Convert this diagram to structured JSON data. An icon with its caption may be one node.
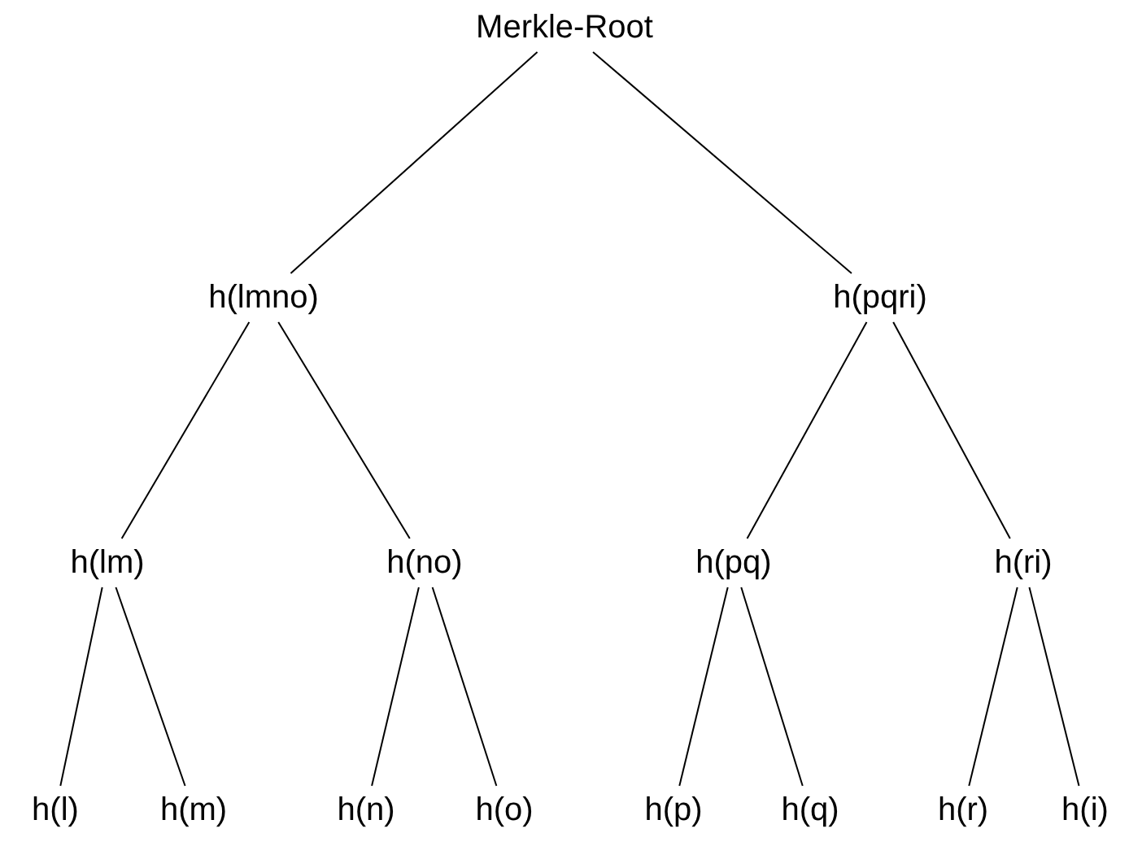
{
  "diagram": {
    "nodes": [
      {
        "text": [
          "Merkle-Root"
        ]
      },
      {
        "text": [
          "h(lmno)"
        ]
      },
      {
        "text": [
          "h(pqri)"
        ]
      },
      {
        "text": [
          "h(lm)"
        ]
      },
      {
        "text": [
          "h(no)"
        ]
      },
      {
        "text": [
          "h(pq)"
        ]
      },
      {
        "text": [
          "h(ri)"
        ]
      },
      {
        "text": [
          "h(l)"
        ]
      },
      {
        "text": [
          "h(m)"
        ]
      },
      {
        "text": [
          "h(n)"
        ]
      },
      {
        "text": [
          "h(o)"
        ]
      },
      {
        "text": [
          "h(p)"
        ]
      },
      {
        "text": [
          "h(q)"
        ]
      },
      {
        "text": [
          "h(r)"
        ]
      },
      {
        "text": [
          "h(i)"
        ]
      }
    ],
    "edges": [
      {
        "from": 0,
        "to": 1,
        "arrow": "none"
      },
      {
        "from": 0,
        "to": 2,
        "arrow": "none"
      },
      {
        "from": 1,
        "to": 3,
        "arrow": "none"
      },
      {
        "from": 1,
        "to": 4,
        "arrow": "none"
      },
      {
        "from": 2,
        "to": 5,
        "arrow": "none"
      },
      {
        "from": 2,
        "to": 6,
        "arrow": "none"
      },
      {
        "from": 3,
        "to": 7,
        "arrow": "none"
      },
      {
        "from": 3,
        "to": 8,
        "arrow": "none"
      },
      {
        "from": 4,
        "to": 9,
        "arrow": "none"
      },
      {
        "from": 4,
        "to": 10,
        "arrow": "none"
      },
      {
        "from": 5,
        "to": 11,
        "arrow": "none"
      },
      {
        "from": 5,
        "to": 12,
        "arrow": "none"
      },
      {
        "from": 6,
        "to": 13,
        "arrow": "none"
      },
      {
        "from": 6,
        "to": 14,
        "arrow": "none"
      }
    ]
  }
}
